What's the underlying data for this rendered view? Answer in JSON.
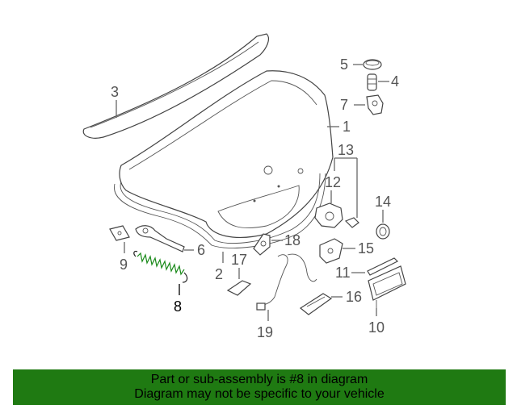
{
  "diagram": {
    "callouts": {
      "c1": "1",
      "c2": "2",
      "c3": "3",
      "c4": "4",
      "c5": "5",
      "c6": "6",
      "c7": "7",
      "c8": "8",
      "c9": "9",
      "c10": "10",
      "c11": "11",
      "c12": "12",
      "c13": "13",
      "c14": "14",
      "c15": "15",
      "c16": "16",
      "c17": "17",
      "c18": "18",
      "c19": "19"
    },
    "highlighted_part": "8",
    "highlight_color": "#1a8a1a"
  },
  "footer": {
    "line1": "Part or sub-assembly is #8 in diagram",
    "line2": "Diagram may not be specific to your vehicle",
    "background_color": "#1f7a12"
  }
}
